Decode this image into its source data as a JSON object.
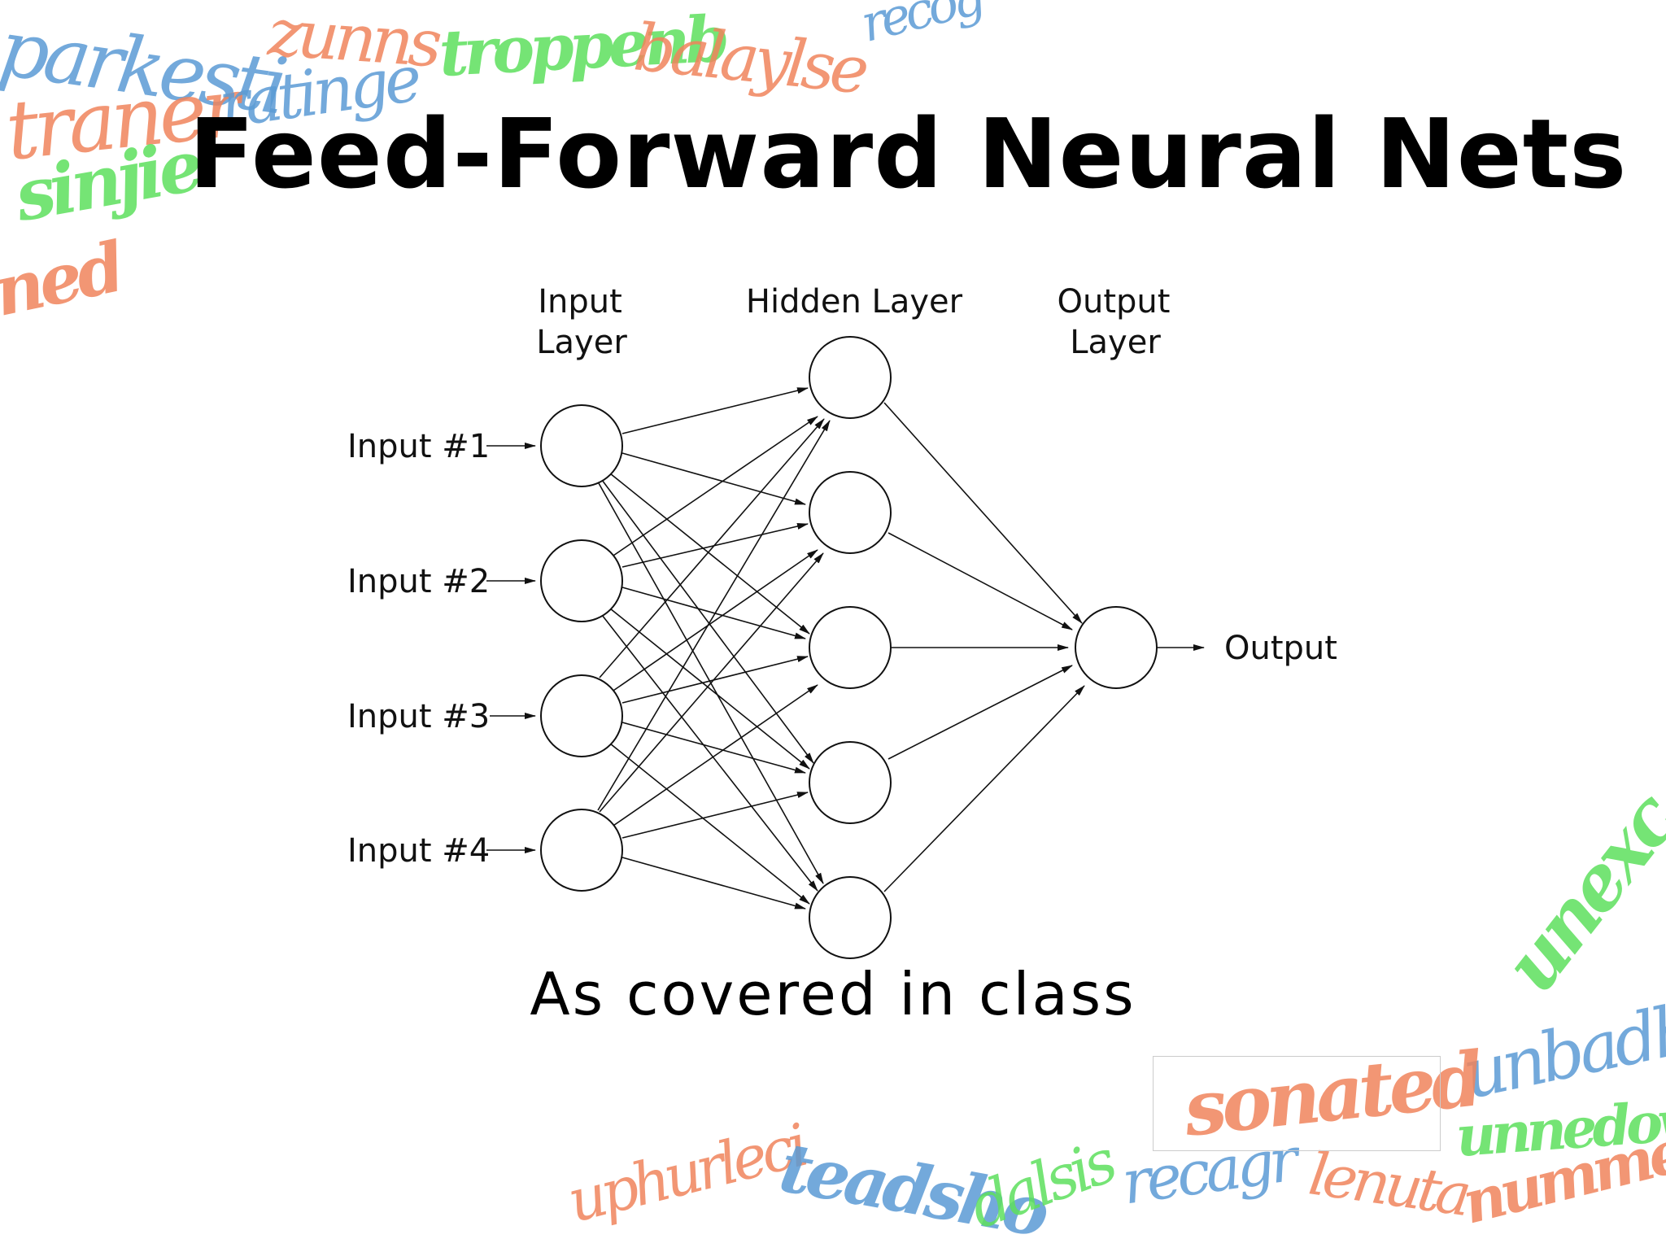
{
  "slide": {
    "title": "Feed-Forward Neural Nets",
    "caption": "As covered in class"
  },
  "network": {
    "layer_labels": {
      "input": [
        "Input",
        "Layer"
      ],
      "hidden": "Hidden Layer",
      "output": [
        "Output",
        "Layer"
      ]
    },
    "input_labels": [
      "Input #1",
      "Input #2",
      "Input #3",
      "Input #4"
    ],
    "output_label": "Output",
    "input_nodes": 4,
    "hidden_nodes": 5,
    "output_nodes": 1
  },
  "decorative_words": [
    {
      "text": "parkesti",
      "color": "#5b9bd5"
    },
    {
      "text": "zunns",
      "color": "#f0845c"
    },
    {
      "text": "troppenb",
      "color": "#5ee05e"
    },
    {
      "text": "balaylse",
      "color": "#f0845c"
    },
    {
      "text": "recog",
      "color": "#5b9bd5"
    },
    {
      "text": "traner",
      "color": "#f0845c"
    },
    {
      "text": "ratinge",
      "color": "#5b9bd5"
    },
    {
      "text": "sinjie",
      "color": "#5ee05e"
    },
    {
      "text": "ned",
      "color": "#f0845c"
    },
    {
      "text": "unexc",
      "color": "#5ee05e"
    },
    {
      "text": "unbadha",
      "color": "#5b9bd5"
    },
    {
      "text": "sonated",
      "color": "#f0845c"
    },
    {
      "text": "unnedow",
      "color": "#5ee05e"
    },
    {
      "text": "uphurleci",
      "color": "#f0845c"
    },
    {
      "text": "teadsho",
      "color": "#5b9bd5"
    },
    {
      "text": "dalsis",
      "color": "#5ee05e"
    },
    {
      "text": "recagr",
      "color": "#5b9bd5"
    },
    {
      "text": "lenuta",
      "color": "#f0845c"
    },
    {
      "text": "nummed",
      "color": "#f0845c"
    }
  ]
}
